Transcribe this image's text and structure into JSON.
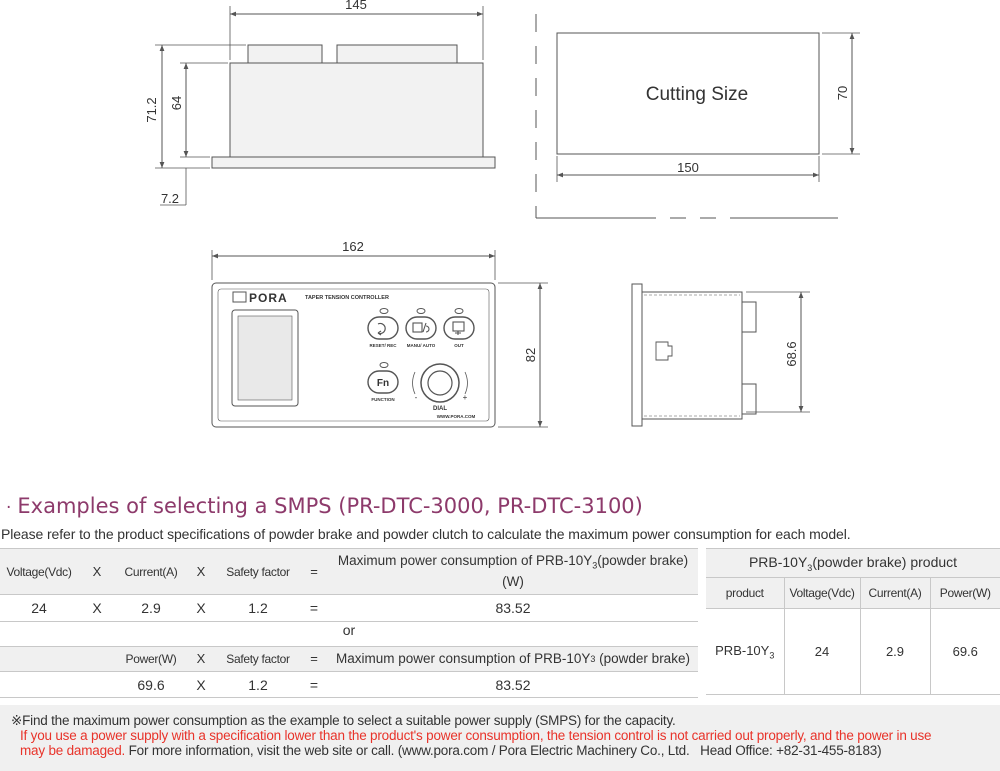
{
  "dims": {
    "top_width": "145",
    "total_height": "71.2",
    "body_height": "64",
    "flange": "7.2",
    "front_width": "162",
    "front_height": "82",
    "side_height": "68.6",
    "cut_height": "70",
    "cut_width": "150",
    "cutting_size": "Cutting Size"
  },
  "panel": {
    "brand": "PORA",
    "title": "TAPER TENSION CONTROLLER",
    "btn_reset": "RESET/ REC",
    "btn_manu": "MANU/ AUTO",
    "btn_out": "OUT",
    "btn_function": "FUNCTION",
    "fn_symbol": "Fn",
    "dial": "DIAL",
    "minus": "-",
    "plus": "+",
    "website": "WWW.PORA.COM"
  },
  "section": {
    "bullet": "·",
    "title": "Examples of selecting a SMPS (PR-DTC-3000, PR-DTC-3100)",
    "intro": "Please refer to the product specifications of powder brake and powder clutch to calculate the maximum power consumption for each model."
  },
  "calc1": {
    "h_voltage": "Voltage(Vdc)",
    "h_x1": "X",
    "h_current": "Current(A)",
    "h_x2": "X",
    "h_safety": "Safety factor",
    "h_eq": "=",
    "h_max_a": "Maximum power consumption of PRB-10Y",
    "h_max_sub": "3",
    "h_max_b": "(powder brake)",
    "h_max_unit": "(W)",
    "v_voltage": "24",
    "v_x1": "X",
    "v_current": "2.9",
    "v_x2": "X",
    "v_safety": "1.2",
    "v_eq": "=",
    "v_result": "83.52"
  },
  "or_text": "or",
  "calc2": {
    "h_power": "Power(W)",
    "h_x": "X",
    "h_safety": "Safety factor",
    "h_eq": "=",
    "h_max_a": "Maximum power consumption of PRB-10Y",
    "h_max_sub": "3",
    "h_max_b": " (powder brake)",
    "v_power": "69.6",
    "v_x": "X",
    "v_safety": "1.2",
    "v_eq": "=",
    "v_result": "83.52"
  },
  "product_table": {
    "caption_a": "PRB-10Y",
    "caption_sub": "3",
    "caption_b": "(powder brake) product",
    "h_product": "product",
    "h_voltage": "Voltage(Vdc)",
    "h_current": "Current(A)",
    "h_power": "Power(W)",
    "v_product_a": "PRB-10Y",
    "v_product_sub": "3",
    "v_voltage": "24",
    "v_current": "2.9",
    "v_power": "69.6"
  },
  "notes": {
    "line1": "※Find the maximum power consumption as the example to select a suitable power supply (SMPS) for the capacity.",
    "line2": "If you use a power supply with a specification lower than the product's power consumption, the tension control is not carried out properly, and the power in use",
    "line3_red": "may be damaged.",
    "line3_rest": " For more information, visit the web site or call. (www.pora.com / Pora Electric Machinery Co., Ltd.   Head Office: +82-31-455-8183)",
    "red_color": "#e8332a"
  }
}
